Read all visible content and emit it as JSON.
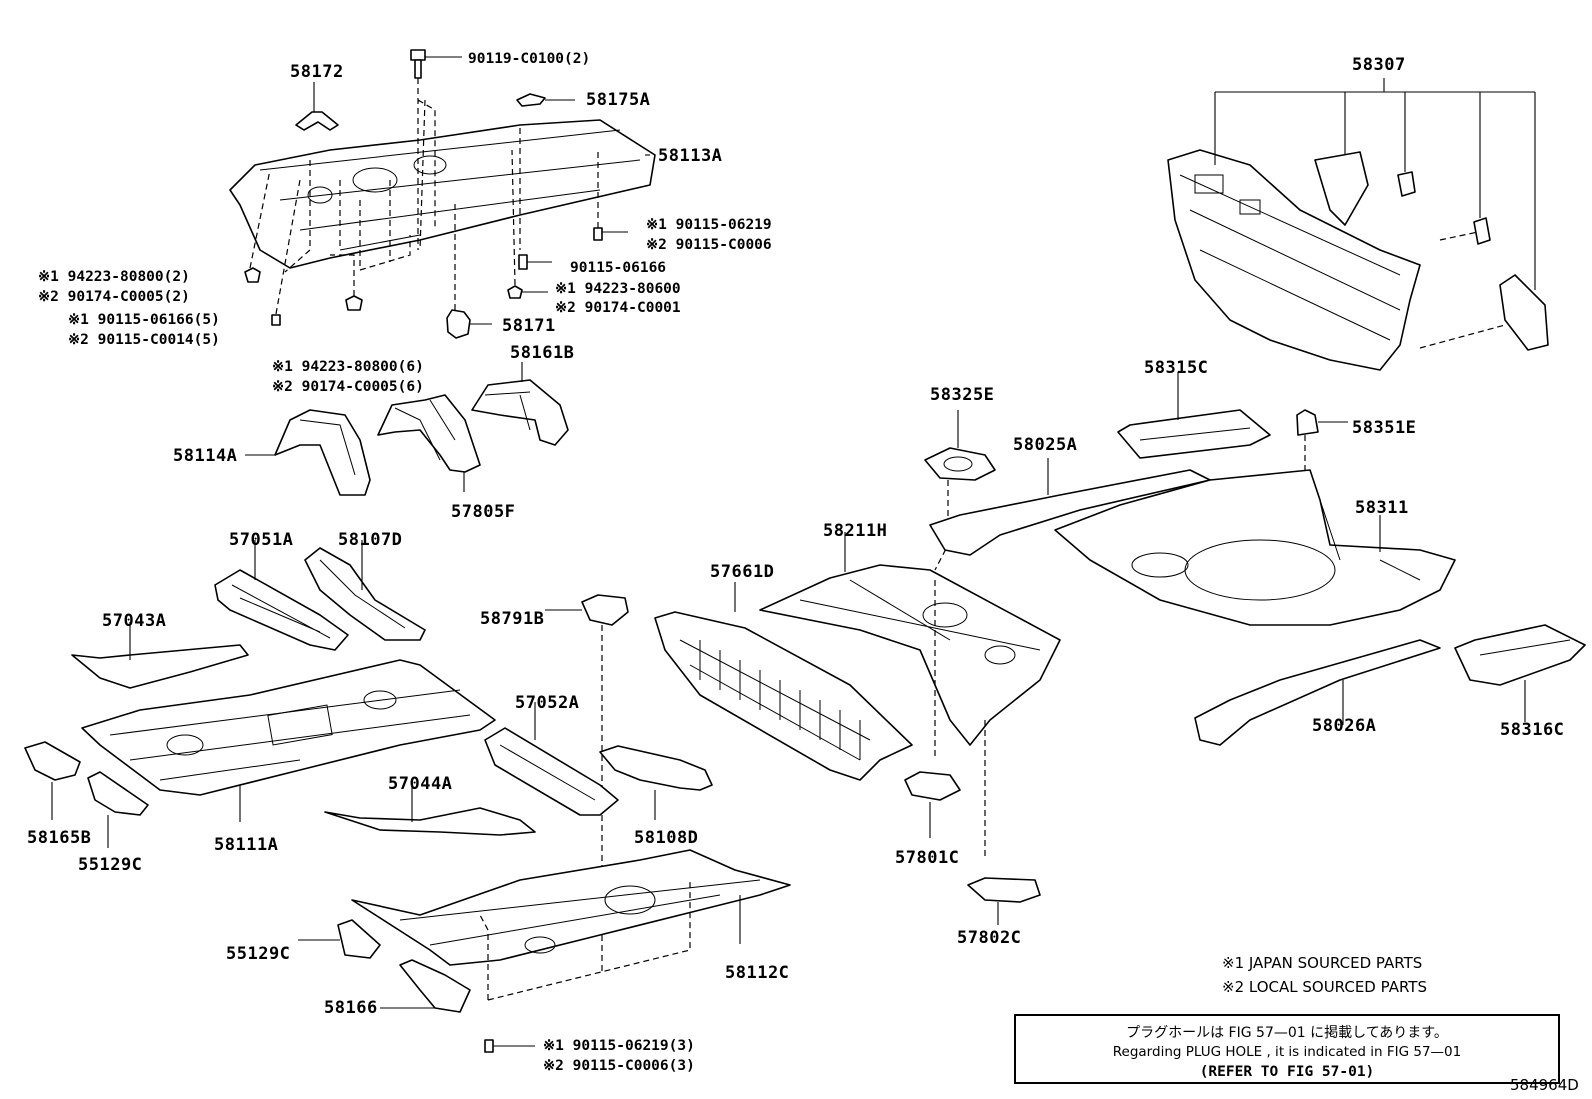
{
  "diagram_title": "",
  "part_labels": [
    {
      "id": "p58172",
      "text": "58172"
    },
    {
      "id": "p58175A",
      "text": "58175A"
    },
    {
      "id": "p58113A",
      "text": "58113A"
    },
    {
      "id": "p58171",
      "text": "58171"
    },
    {
      "id": "p58161B",
      "text": "58161B"
    },
    {
      "id": "p58114A",
      "text": "58114A"
    },
    {
      "id": "p57805F",
      "text": "57805F"
    },
    {
      "id": "p57051A",
      "text": "57051A"
    },
    {
      "id": "p58107D",
      "text": "58107D"
    },
    {
      "id": "p57043A",
      "text": "57043A"
    },
    {
      "id": "p58791B",
      "text": "58791B"
    },
    {
      "id": "p57052A",
      "text": "57052A"
    },
    {
      "id": "p57044A",
      "text": "57044A"
    },
    {
      "id": "p58108D",
      "text": "58108D"
    },
    {
      "id": "p58165B",
      "text": "58165B"
    },
    {
      "id": "p55129C_a",
      "text": "55129C"
    },
    {
      "id": "p58111A",
      "text": "58111A"
    },
    {
      "id": "p55129C_b",
      "text": "55129C"
    },
    {
      "id": "p58166",
      "text": "58166"
    },
    {
      "id": "p58112C",
      "text": "58112C"
    },
    {
      "id": "p57661D",
      "text": "57661D"
    },
    {
      "id": "p58211H",
      "text": "58211H"
    },
    {
      "id": "p58325E",
      "text": "58325E"
    },
    {
      "id": "p58025A",
      "text": "58025A"
    },
    {
      "id": "p58315C",
      "text": "58315C"
    },
    {
      "id": "p58351E",
      "text": "58351E"
    },
    {
      "id": "p58311",
      "text": "58311"
    },
    {
      "id": "p58307",
      "text": "58307"
    },
    {
      "id": "p58026A",
      "text": "58026A"
    },
    {
      "id": "p58316C",
      "text": "58316C"
    },
    {
      "id": "p57801C",
      "text": "57801C"
    },
    {
      "id": "p57802C",
      "text": "57802C"
    }
  ],
  "fastener_labels": [
    {
      "id": "f1",
      "text": "90119-C0100(2)"
    },
    {
      "id": "f2",
      "text": "※1 90115-06219"
    },
    {
      "id": "f3",
      "text": "※2 90115-C0006"
    },
    {
      "id": "f4",
      "text": "90115-06166"
    },
    {
      "id": "f5",
      "text": "※1 94223-80600"
    },
    {
      "id": "f6",
      "text": "※2 90174-C0001"
    },
    {
      "id": "f7",
      "text": "※1 94223-80800(2)"
    },
    {
      "id": "f8",
      "text": "※2 90174-C0005(2)"
    },
    {
      "id": "f9",
      "text": "※1 90115-06166(5)"
    },
    {
      "id": "f10",
      "text": "※2 90115-C0014(5)"
    },
    {
      "id": "f11",
      "text": "※1 94223-80800(6)"
    },
    {
      "id": "f12",
      "text": "※2 90174-C0005(6)"
    },
    {
      "id": "f13",
      "text": "※1 90115-06219(3)"
    },
    {
      "id": "f14",
      "text": "※2 90115-C0006(3)"
    }
  ],
  "notes": {
    "japan": "※1 JAPAN SOURCED PARTS",
    "local": "※2 LOCAL SOURCED PARTS"
  },
  "plug_hole_box": {
    "line1": "プラグホールは FIG 57—01 に掲載してあります。",
    "line2": "Regarding  PLUG  HOLE , it is indicated in  FIG  57—01",
    "line3": "(REFER TO FIG 57-01)"
  },
  "figure_code": "584964D"
}
